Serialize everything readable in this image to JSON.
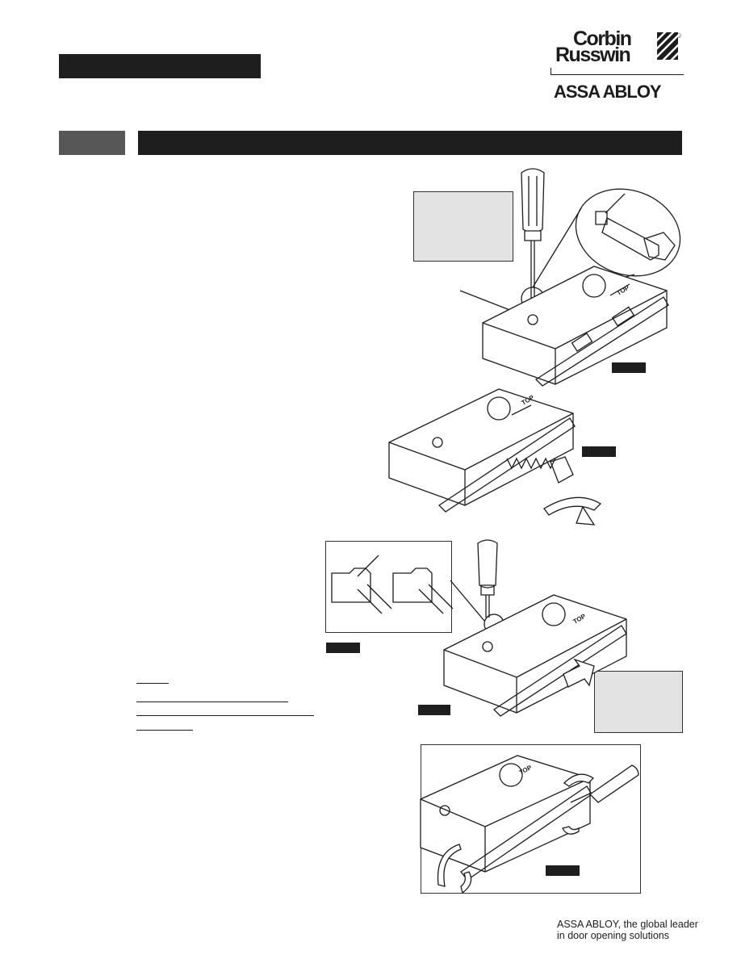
{
  "logo": {
    "brand_line1": "Corbin",
    "brand_line2": "Russwin",
    "registered_mark": "®",
    "parent_brand": "ASSA ABLOY"
  },
  "footer": {
    "tagline_line1": "ASSA ABLOY, the global leader",
    "tagline_line2": "in door opening solutions"
  },
  "illustrations": {
    "top_label": "TOP"
  }
}
